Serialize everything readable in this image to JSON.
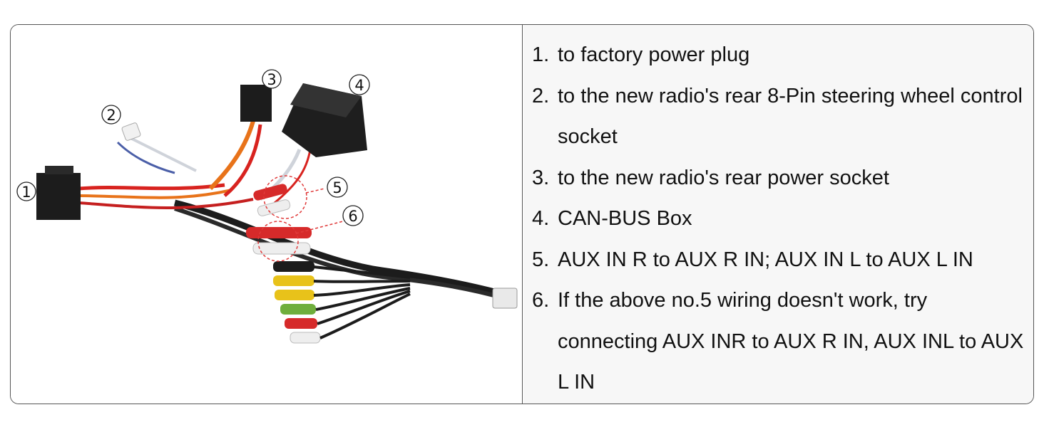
{
  "callouts": [
    {
      "label": "1"
    },
    {
      "label": "2"
    },
    {
      "label": "3"
    },
    {
      "label": "4"
    },
    {
      "label": "5"
    },
    {
      "label": "6"
    }
  ],
  "legend": [
    {
      "num": "1.",
      "text": "to factory power plug"
    },
    {
      "num": "2.",
      "text": "to the new radio's rear 8-Pin steering wheel control socket"
    },
    {
      "num": "3.",
      "text": "to the new radio's rear power socket"
    },
    {
      "num": "4.",
      "text": "CAN-BUS Box"
    },
    {
      "num": "5.",
      "text": "AUX IN R to AUX R IN; AUX IN L to AUX L IN"
    },
    {
      "num": "6.",
      "text": "If the above no.5 wiring doesn't work, try connecting AUX INR to AUX R IN, AUX INL to AUX L IN"
    }
  ],
  "colors": {
    "harness_black": "#1c1c1c",
    "wire_red": "#d8231f",
    "wire_orange": "#e8731a",
    "rca_red": "#d62a2a",
    "rca_white": "#eeeeee",
    "rca_yellow": "#e8c21a",
    "rca_green": "#6fae3c",
    "dashed_circle": "#e03a3a"
  }
}
